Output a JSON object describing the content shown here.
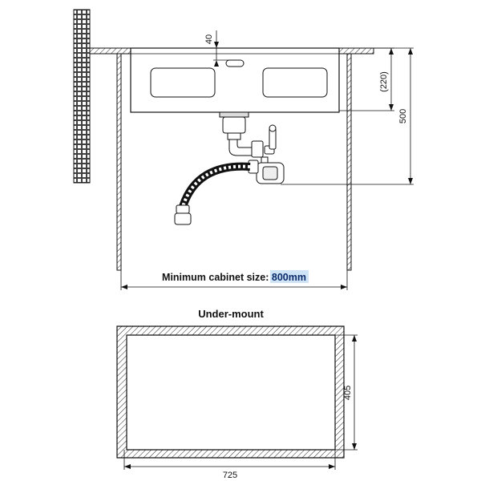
{
  "dimensions": {
    "faucet_hole": "40",
    "bowl_depth": "(220)",
    "cabinet_depth": "500",
    "undermount_width": "725",
    "undermount_depth": "405"
  },
  "cabinet_note": {
    "prefix": "Minimum cabinet size: ",
    "value": "800",
    "unit": "mm"
  },
  "section_title": "Under-mount",
  "colors": {
    "line": "#111111",
    "highlight_bg": "#cfe3f7",
    "highlight_text": "#0a2a6a"
  }
}
